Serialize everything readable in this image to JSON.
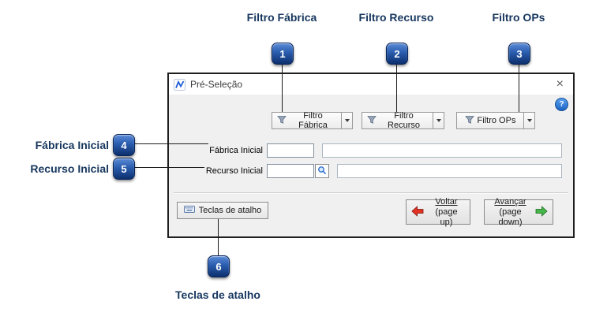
{
  "annotations": {
    "labels": {
      "filtro_fabrica": "Filtro Fábrica",
      "filtro_recurso": "Filtro Recurso",
      "filtro_ops": "Filtro OPs",
      "fabrica_inicial": "Fábrica Inicial",
      "recurso_inicial": "Recurso Inicial",
      "teclas_de_atalho": "Teclas de atalho"
    },
    "badges": {
      "b1": "1",
      "b2": "2",
      "b3": "3",
      "b4": "4",
      "b5": "5",
      "b6": "6"
    }
  },
  "window": {
    "title": "Pré-Seleção",
    "close_glyph": "×",
    "help_glyph": "?"
  },
  "filters": {
    "fabrica_label": "Filtro Fábrica",
    "recurso_label": "Filtro Recurso",
    "ops_label": "Filtro OPs"
  },
  "form": {
    "fabrica": {
      "label": "Fábrica Inicial",
      "code_value": "",
      "desc_value": ""
    },
    "recurso": {
      "label": "Recurso Inicial",
      "code_value": "",
      "desc_value": ""
    }
  },
  "footer": {
    "shortcuts_label": "Teclas de atalho",
    "back_label": "Voltar",
    "back_sub": "(page up)",
    "next_label": "Avançar",
    "next_sub": "(page down)"
  },
  "colors": {
    "annotation_text": "#17375e",
    "badge_top": "#5b8cd8",
    "badge_bottom": "#0c2f6d",
    "dialog_bg": "#f0f0f0",
    "help_blue": "#1d64c4",
    "back_arrow": "#e33224",
    "next_arrow": "#45b649"
  }
}
